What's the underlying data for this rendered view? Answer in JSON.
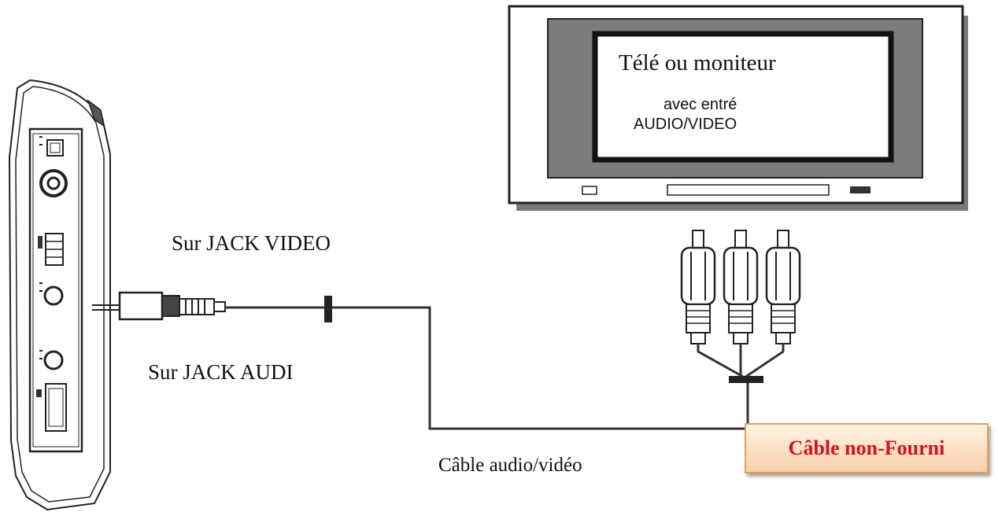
{
  "tv": {
    "title": "Télé ou moniteur",
    "subtitle_line1": "avec entré",
    "subtitle_line2": "AUDIO/VIDEO"
  },
  "labels": {
    "video_jack": "Sur JACK VIDEO",
    "audio_jack": "Sur JACK AUDI",
    "cable": "Câble audio/vidéo"
  },
  "note": {
    "text": "Câble non-Fourni",
    "text_color": "#d8101c",
    "box_border_color": "#e0a060"
  }
}
